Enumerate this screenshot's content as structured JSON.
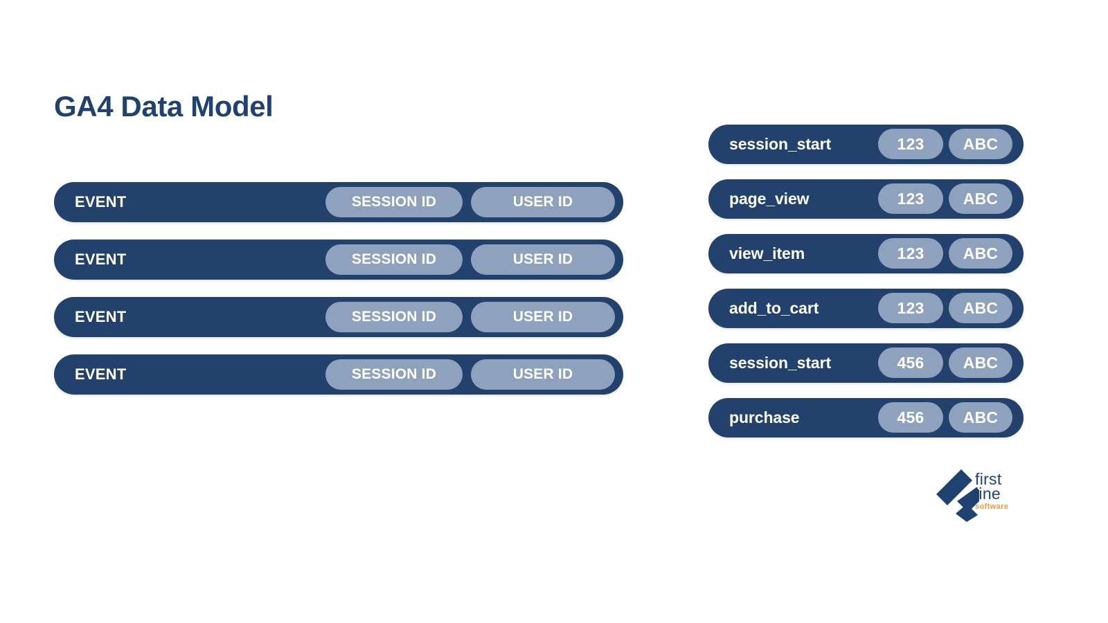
{
  "page": {
    "title": "GA4 Data Model",
    "background_color": "#ffffff"
  },
  "colors": {
    "navy": "#23416d",
    "navy_text": "#1f4270",
    "pill_gray_blue": "#8fa2bd",
    "white": "#ffffff",
    "brand_orange": "#f0973a"
  },
  "event_bars": {
    "rows": [
      {
        "label": "EVENT",
        "session_pill": "SESSION ID",
        "user_pill": "USER ID"
      },
      {
        "label": "EVENT",
        "session_pill": "SESSION ID",
        "user_pill": "USER ID"
      },
      {
        "label": "EVENT",
        "session_pill": "SESSION ID",
        "user_pill": "USER ID"
      },
      {
        "label": "EVENT",
        "session_pill": "SESSION ID",
        "user_pill": "USER ID"
      }
    ]
  },
  "event_rows": {
    "rows": [
      {
        "name": "session_start",
        "session_id": "123",
        "user_id": "ABC"
      },
      {
        "name": "page_view",
        "session_id": "123",
        "user_id": "ABC"
      },
      {
        "name": "view_item",
        "session_id": "123",
        "user_id": "ABC"
      },
      {
        "name": "add_to_cart",
        "session_id": "123",
        "user_id": "ABC"
      },
      {
        "name": "session_start",
        "session_id": "456",
        "user_id": "ABC"
      },
      {
        "name": "purchase",
        "session_id": "456",
        "user_id": "ABC"
      }
    ]
  },
  "logo": {
    "line1": "first",
    "line2": "line",
    "line3": "software",
    "mark": "firstline-chevron-mark"
  }
}
